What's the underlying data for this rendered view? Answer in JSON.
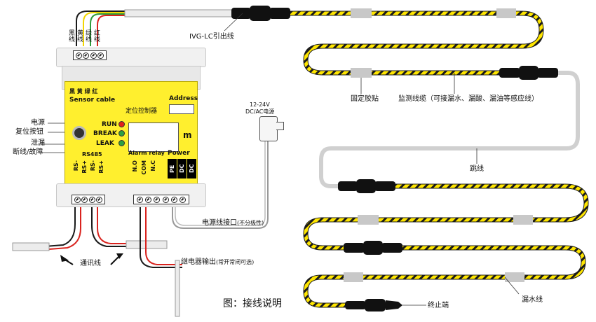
{
  "labels": {
    "cable_header": "IVG-LC引出线",
    "wire_black": "黑线",
    "wire_yellow": "黄线",
    "wire_green": "绿线",
    "wire_red": "红线",
    "fixing_tape": "固定胶贴",
    "sensing_cable": "监测线缆（可接漏水、漏酸、漏油等感应线）",
    "jumper": "跳线",
    "power_port": "电源线接口",
    "power_port_note": "(不分极性)",
    "adapter_label_top": "12-24V",
    "adapter_label_bottom": "DC/AC电源",
    "comm_line": "通讯线",
    "relay_output": "继电器输出",
    "relay_output_note": "(常开常闭可选)",
    "leak_cable": "漏水线",
    "end_terminal": "终止端",
    "caption": "图：接线说明",
    "left_power": "电源",
    "left_reset": "复位按钮",
    "left_leak": "泄漏",
    "left_break": "断线/故障"
  },
  "module": {
    "sensor_colors": "黑 黄 绿 红",
    "sensor_cable": "Sensor cable",
    "address": "Address",
    "controller_title": "定位控制器",
    "run": "RUN",
    "break": "BREAK",
    "leak": "LEAK",
    "unit": "m",
    "rs485": "RS485",
    "rs485_pins": [
      "RS-",
      "RS+",
      "RS-",
      "RS+"
    ],
    "alarm_relay": "Alarm relay",
    "relay_pins": [
      "N.O",
      "COM",
      "N.C"
    ],
    "power": "Power",
    "power_pins": [
      "PE",
      "DC",
      "DC"
    ]
  },
  "colors": {
    "led_run": "#e2231a",
    "led_break": "#2ea043",
    "led_leak": "#2ea043",
    "module_face": "#ffef2e",
    "sensing_yellow": "#ffe600",
    "wire_black": "#1a1a1a",
    "wire_yellow": "#f2d600",
    "wire_green": "#2e9b3a",
    "wire_red": "#d9231e"
  }
}
